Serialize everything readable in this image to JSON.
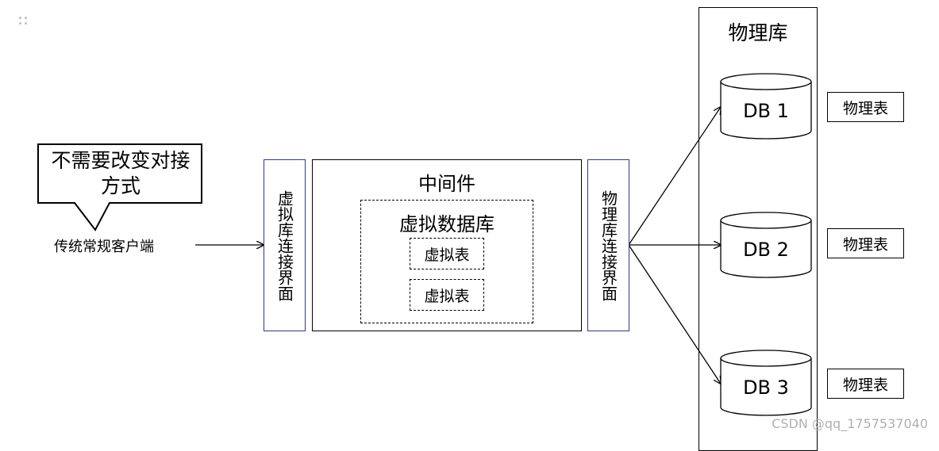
{
  "callout": {
    "text": "不需要改变对接方式"
  },
  "client": {
    "label": "传统常规客户端"
  },
  "virtual_interface": {
    "label": "虚拟库连接界面"
  },
  "middleware": {
    "title": "中间件",
    "virtual_db": {
      "title": "虚拟数据库",
      "tables": [
        "虚拟表",
        "虚拟表"
      ]
    }
  },
  "physical_interface": {
    "label": "物理库连接界面"
  },
  "physical_db": {
    "title": "物理库",
    "databases": [
      {
        "name": "DB 1",
        "table": "物理表"
      },
      {
        "name": "DB 2",
        "table": "物理表"
      },
      {
        "name": "DB 3",
        "table": "物理表"
      }
    ]
  },
  "watermark": "CSDN @qq_1757537040"
}
